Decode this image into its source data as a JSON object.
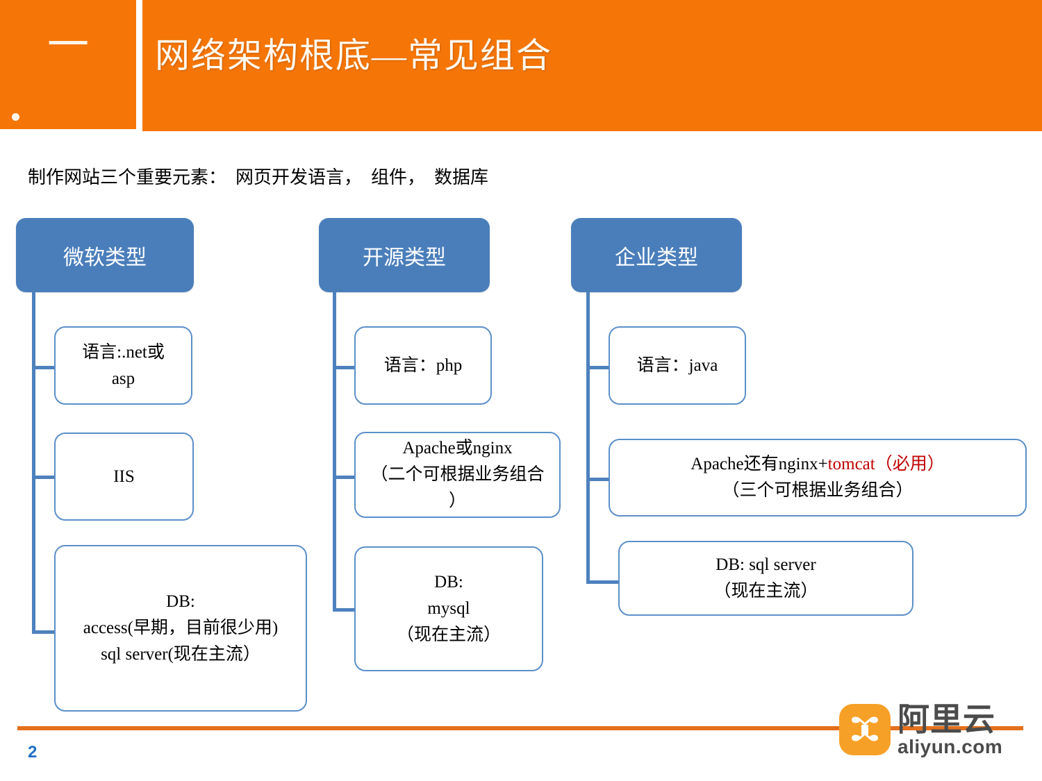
{
  "header": {
    "number": "一",
    "title": "网络架构根底—常见组合",
    "bullet": "bullet-dot",
    "band_color": "#F57606",
    "title_color": "#FFF8EE"
  },
  "subtitle": "制作网站三个重要元素：  网页开发语言，  组件，  数据库",
  "diagram": {
    "header_color": "#4A7EBB",
    "node_border_color": "#5B8FC9",
    "connector_color": "#4E81BD",
    "accent_color": "#C00000",
    "groups": [
      {
        "title": "微软类型",
        "nodes": [
          {
            "text": "语言:.net或\nasp"
          },
          {
            "text": "IIS"
          },
          {
            "text": "DB:\naccess(早期，目前很少用)\nsql server(现在主流）"
          }
        ]
      },
      {
        "title": "开源类型",
        "nodes": [
          {
            "text": "语言：php"
          },
          {
            "text": "Apache或nginx\n（二个可根据业务组合\n）"
          },
          {
            "text": "DB:\nmysql\n（现在主流）"
          }
        ]
      },
      {
        "title": "企业类型",
        "nodes": [
          {
            "text_before": "Apache还有nginx+",
            "accent": "tomcat（必用）",
            "text_after": "\n（三个可根据业务组合）"
          },
          {
            "text": "语言：java"
          },
          {
            "text": "DB:   sql server\n（现在主流）"
          }
        ]
      }
    ]
  },
  "footer": {
    "page_number": "2",
    "rule_color": "#E4701E",
    "logo": {
      "mark": "aliyun-cloud-mark",
      "name_cn": "阿里云",
      "name_en": "aliyun.com",
      "mark_color": "#F7A027",
      "text_color": "#4B4B4B"
    }
  }
}
